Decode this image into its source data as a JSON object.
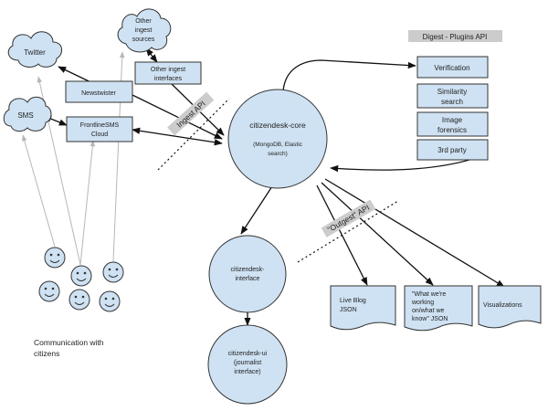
{
  "colors": {
    "node_fill": "#cfe2f3",
    "node_stroke": "#333333",
    "arrow": "#111111",
    "citizen_arrow": "#b7b7b7",
    "api_label_bg": "#cccccc",
    "face_fill": "#cfe2f3"
  },
  "icons": [
    "cloud-icon",
    "smiley-face-icon",
    "document-icon"
  ],
  "clouds": {
    "twitter": "Twitter",
    "sms": "SMS",
    "other_sources": [
      "Other",
      "ingest",
      "sources"
    ]
  },
  "ingest_boxes": {
    "newstwister": "Newstwister",
    "frontline": [
      "FrontlineSMS",
      "Cloud"
    ],
    "other_interfaces": [
      "Other ingest",
      "interfaces"
    ]
  },
  "core": {
    "title": "citizendesk-core",
    "subtitle": [
      "(MongoDB, Elastic",
      "search)"
    ]
  },
  "api_labels": {
    "ingest": "Ingest API",
    "outgest": "\"Outgest\" API",
    "digest": "Digest - Plugins API"
  },
  "plugins": {
    "verification": "Verification",
    "similarity": [
      "Similarity",
      "search"
    ],
    "image": [
      "Image",
      "forensics"
    ],
    "third_party": "3rd party"
  },
  "interface_node": [
    "citizendesk-",
    "interface"
  ],
  "ui_node": [
    "citizendesk-ui",
    "(journalist",
    "interface)"
  ],
  "outputs": {
    "live_blog": [
      "Live Blog",
      "JSON"
    ],
    "what_working": [
      "\"What we're",
      "working",
      "on/what we",
      "know\" JSON"
    ],
    "visualizations": "Visualizations"
  },
  "citizens_caption": [
    "Communication with",
    "citizens"
  ]
}
